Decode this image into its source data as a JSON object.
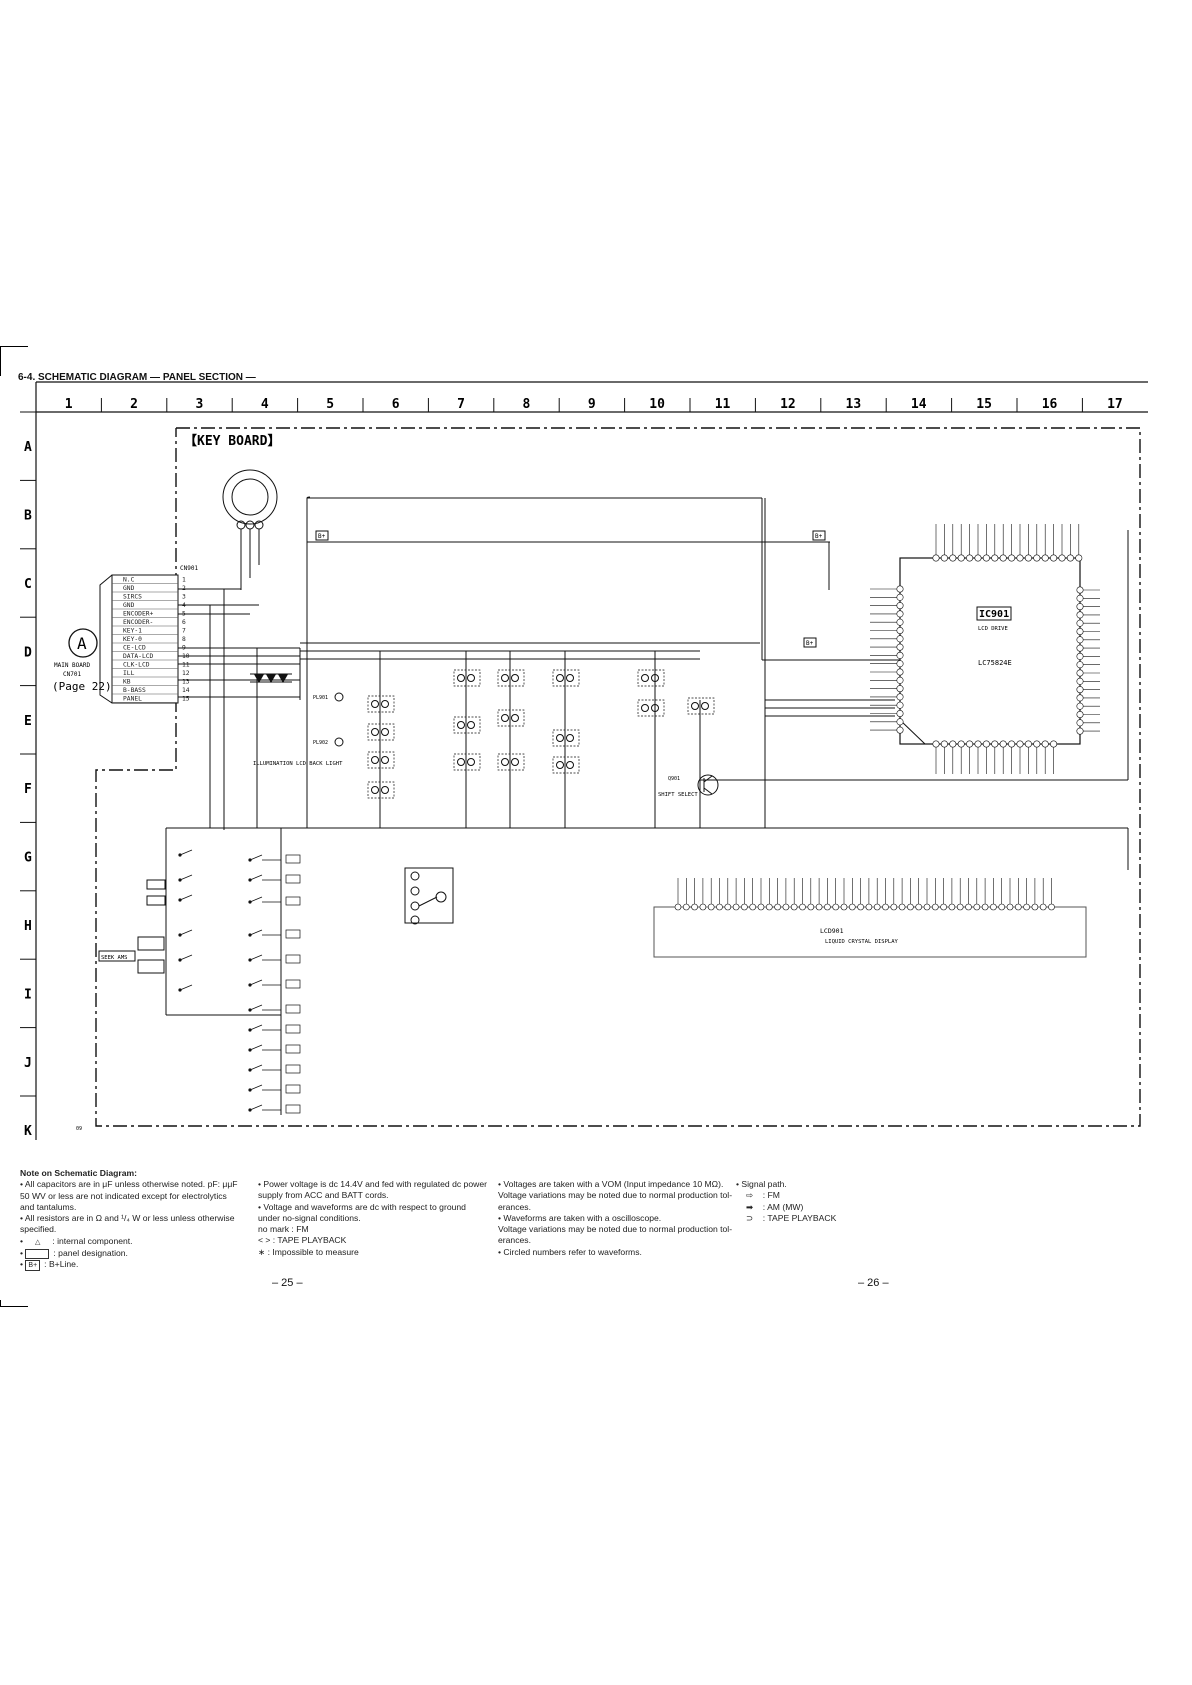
{
  "page": {
    "title": "6-4. SCHEMATIC DIAGRAM — PANEL SECTION —",
    "page_left": "– 25 –",
    "page_right": "– 26 –"
  },
  "grid": {
    "cols": [
      "1",
      "2",
      "3",
      "4",
      "5",
      "6",
      "7",
      "8",
      "9",
      "10",
      "11",
      "12",
      "13",
      "14",
      "15",
      "16",
      "17"
    ],
    "rows": [
      "A",
      "B",
      "C",
      "D",
      "E",
      "F",
      "G",
      "H",
      "I",
      "J",
      "K"
    ]
  },
  "board": {
    "title": "【KEY BOARD】",
    "connector_ref": "CN901",
    "connector_pins": [
      "N.C",
      "GND",
      "SIRCS",
      "GND",
      "ENCODER+",
      "ENCODER-",
      "KEY-1",
      "KEY-0",
      "CE-LCD",
      "DATA-LCD",
      "CLK-LCD",
      "ILL",
      "KB",
      "B-BASS",
      "PANEL"
    ],
    "pin_numbers": [
      "1",
      "2",
      "3",
      "4",
      "5",
      "6",
      "7",
      "8",
      "9",
      "10",
      "11",
      "12",
      "13",
      "14",
      "15"
    ],
    "main_board_letter": "A",
    "main_board_label": "MAIN BOARD",
    "main_board_cn": "CN701",
    "main_board_page": "(Page 22)",
    "ic_ref": "IC901",
    "ic_sub": "LCD DRIVE",
    "ic_part": "LC75824E",
    "lcd_ref": "LCD901",
    "lcd_name": "LIQUID CRYSTAL DISPLAY",
    "transistor_label": "SHIFT SELECT",
    "transistor_ref": "Q901",
    "backlight_label": "ILLUMINATION LCD BACK LIGHT",
    "seek_label": "SEEK AMS",
    "b_plus": "B+",
    "pl_labels": [
      "PL901",
      "PL902"
    ],
    "corner_mark": "09"
  },
  "notes": {
    "heading": "Note on Schematic Diagram:",
    "col1": [
      "• All capacitors are in μF unless otherwise noted.  pF: μμF",
      "   50 WV or less are not indicated except for electrolytics",
      "   and tantalums.",
      "• All resistors are in Ω and ¹/₄ W or less unless otherwise",
      "   specified."
    ],
    "internal_component": ": internal component.",
    "panel_designation": ": panel designation.",
    "bline": ": B+Line.",
    "col2": [
      "• Power voltage is dc 14.4V and fed with regulated dc power",
      "   supply from ACC and BATT cords.",
      "• Voltage and waveforms are dc with respect to ground",
      "   under no-signal conditions.",
      "   no mark  : FM",
      "   <       > : TAPE PLAYBACK",
      "         ∗      : Impossible to measure"
    ],
    "col3": [
      "• Voltages are taken with a VOM (Input impedance 10 MΩ).",
      "   Voltage variations may be noted due to normal production tol-",
      "   erances.",
      "• Waveforms are taken with a oscilloscope.",
      "   Voltage variations may be noted due to normal production tol-",
      "   erances.",
      "• Circled numbers refer to waveforms."
    ],
    "col4_head": "• Signal path.",
    "signal_paths": [
      ": FM",
      ": AM (MW)",
      ": TAPE PLAYBACK"
    ]
  }
}
